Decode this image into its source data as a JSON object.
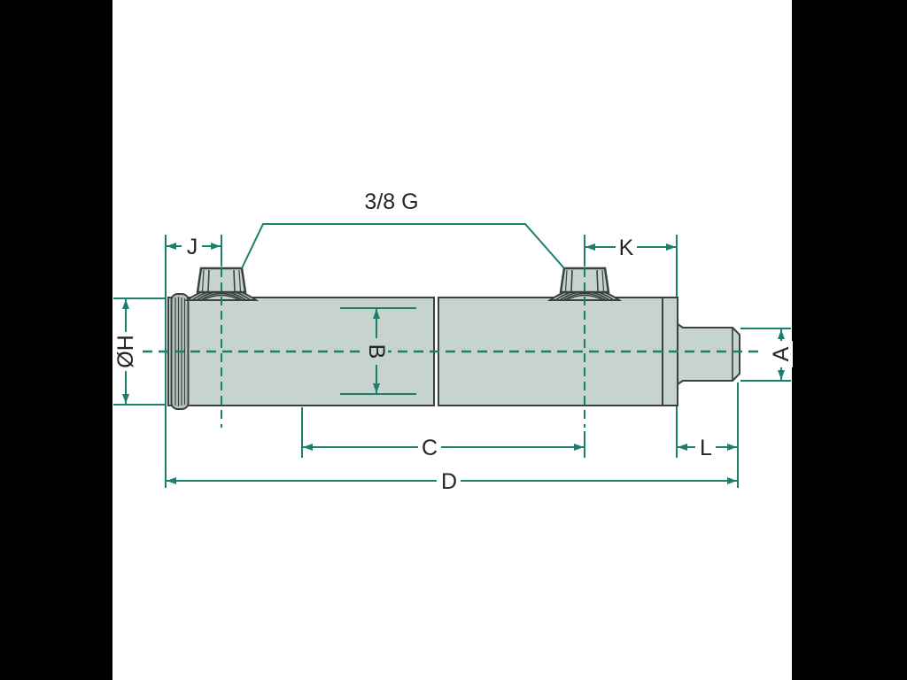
{
  "title": "Hydraulic cylinder dimensional drawing",
  "labels": {
    "port_thread": "3/8 G",
    "j": "J",
    "k": "K",
    "h": "ØH",
    "b": "B",
    "a": "A",
    "c": "C",
    "l": "L",
    "d": "D"
  },
  "colors": {
    "dimension": "#1b7f6e",
    "outline": "#3b4042",
    "body_fill": "#c7d3cd",
    "dome_fill": "#c3cfc9",
    "collar_fill": "#b6c3bd",
    "canvas": "#ffffff",
    "letterbox": "#000000",
    "ink": "#232527"
  }
}
